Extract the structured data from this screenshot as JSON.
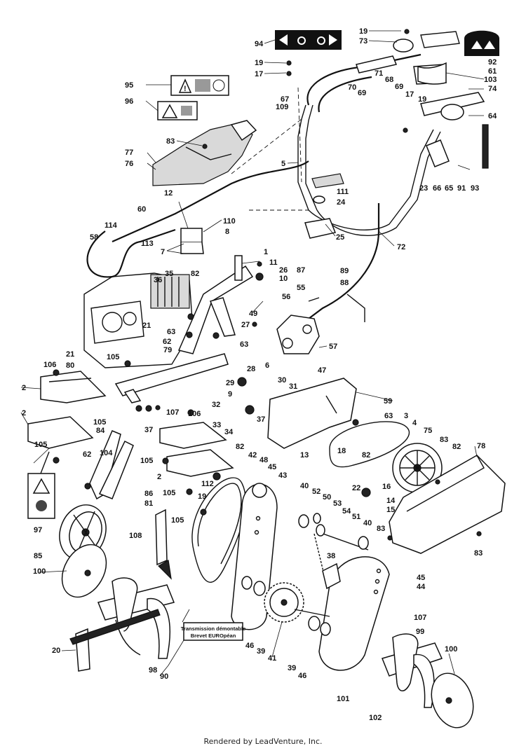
{
  "diagram": {
    "callouts": [
      {
        "id": "transmission-note",
        "lines": [
          "Transmission démontable",
          "Brevet EUROpéan"
        ]
      }
    ],
    "labels": [
      {
        "id": "p19a",
        "text": "19"
      },
      {
        "id": "p73",
        "text": "73"
      },
      {
        "id": "p92",
        "text": "92"
      },
      {
        "id": "p61",
        "text": "61"
      },
      {
        "id": "p103",
        "text": "103"
      },
      {
        "id": "p74",
        "text": "74"
      },
      {
        "id": "p94",
        "text": "94"
      },
      {
        "id": "p19b",
        "text": "19"
      },
      {
        "id": "p17a",
        "text": "17"
      },
      {
        "id": "p71",
        "text": "71"
      },
      {
        "id": "p68",
        "text": "68"
      },
      {
        "id": "p70",
        "text": "70"
      },
      {
        "id": "p69a",
        "text": "69"
      },
      {
        "id": "p69b",
        "text": "69"
      },
      {
        "id": "p17b",
        "text": "17"
      },
      {
        "id": "p19c",
        "text": "19"
      },
      {
        "id": "p64",
        "text": "64"
      },
      {
        "id": "p95",
        "text": "95"
      },
      {
        "id": "p67",
        "text": "67"
      },
      {
        "id": "p109",
        "text": "109"
      },
      {
        "id": "p96",
        "text": "96"
      },
      {
        "id": "p83a",
        "text": "83"
      },
      {
        "id": "p77",
        "text": "77"
      },
      {
        "id": "p76",
        "text": "76"
      },
      {
        "id": "p5",
        "text": "5"
      },
      {
        "id": "p23",
        "text": "23"
      },
      {
        "id": "p66",
        "text": "66"
      },
      {
        "id": "p65",
        "text": "65"
      },
      {
        "id": "p91",
        "text": "91"
      },
      {
        "id": "p93",
        "text": "93"
      },
      {
        "id": "p111",
        "text": "111"
      },
      {
        "id": "p24",
        "text": "24"
      },
      {
        "id": "p12",
        "text": "12"
      },
      {
        "id": "p60",
        "text": "60"
      },
      {
        "id": "p110",
        "text": "110"
      },
      {
        "id": "p114",
        "text": "114"
      },
      {
        "id": "p8",
        "text": "8"
      },
      {
        "id": "p58",
        "text": "58"
      },
      {
        "id": "p113",
        "text": "113"
      },
      {
        "id": "p7",
        "text": "7"
      },
      {
        "id": "p25",
        "text": "25"
      },
      {
        "id": "p72",
        "text": "72"
      },
      {
        "id": "p1",
        "text": "1"
      },
      {
        "id": "p11",
        "text": "11"
      },
      {
        "id": "p35",
        "text": "35"
      },
      {
        "id": "p82a",
        "text": "82"
      },
      {
        "id": "p26",
        "text": "26"
      },
      {
        "id": "p87",
        "text": "87"
      },
      {
        "id": "p89",
        "text": "89"
      },
      {
        "id": "p36",
        "text": "36"
      },
      {
        "id": "p10",
        "text": "10"
      },
      {
        "id": "p88",
        "text": "88"
      },
      {
        "id": "p55",
        "text": "55"
      },
      {
        "id": "p56",
        "text": "56"
      },
      {
        "id": "p49",
        "text": "49"
      },
      {
        "id": "p21a",
        "text": "21"
      },
      {
        "id": "p27",
        "text": "27"
      },
      {
        "id": "p63a",
        "text": "63"
      },
      {
        "id": "p62",
        "text": "62"
      },
      {
        "id": "p63b",
        "text": "63"
      },
      {
        "id": "p57",
        "text": "57"
      },
      {
        "id": "p79",
        "text": "79"
      },
      {
        "id": "p21b",
        "text": "21"
      },
      {
        "id": "p105a",
        "text": "105"
      },
      {
        "id": "p106a",
        "text": "106"
      },
      {
        "id": "p80",
        "text": "80"
      },
      {
        "id": "p47",
        "text": "47"
      },
      {
        "id": "p6",
        "text": "6"
      },
      {
        "id": "p28",
        "text": "28"
      },
      {
        "id": "p2a",
        "text": "2"
      },
      {
        "id": "p29",
        "text": "29"
      },
      {
        "id": "p30",
        "text": "30"
      },
      {
        "id": "p9",
        "text": "9"
      },
      {
        "id": "p31",
        "text": "31"
      },
      {
        "id": "p59",
        "text": "59"
      },
      {
        "id": "p107a",
        "text": "107"
      },
      {
        "id": "p32",
        "text": "32"
      },
      {
        "id": "p2b",
        "text": "2"
      },
      {
        "id": "p105b",
        "text": "105"
      },
      {
        "id": "p37a",
        "text": "37"
      },
      {
        "id": "p106b",
        "text": "106"
      },
      {
        "id": "p33",
        "text": "33"
      },
      {
        "id": "p37b",
        "text": "37"
      },
      {
        "id": "p34",
        "text": "34"
      },
      {
        "id": "p84",
        "text": "84"
      },
      {
        "id": "p104",
        "text": "104"
      },
      {
        "id": "p63c",
        "text": "63"
      },
      {
        "id": "p3",
        "text": "3"
      },
      {
        "id": "p4",
        "text": "4"
      },
      {
        "id": "p75",
        "text": "75"
      },
      {
        "id": "p78",
        "text": "78"
      },
      {
        "id": "p105c",
        "text": "105"
      },
      {
        "id": "p82b",
        "text": "82"
      },
      {
        "id": "p18",
        "text": "18"
      },
      {
        "id": "p13",
        "text": "13"
      },
      {
        "id": "p82c",
        "text": "82"
      },
      {
        "id": "p83b",
        "text": "83"
      },
      {
        "id": "p82d",
        "text": "82"
      },
      {
        "id": "p105d",
        "text": "105"
      },
      {
        "id": "p2c",
        "text": "2"
      },
      {
        "id": "p42",
        "text": "42"
      },
      {
        "id": "p48",
        "text": "48"
      },
      {
        "id": "p62b",
        "text": "62"
      },
      {
        "id": "p112",
        "text": "112"
      },
      {
        "id": "p45a",
        "text": "45"
      },
      {
        "id": "p43",
        "text": "43"
      },
      {
        "id": "p86",
        "text": "86"
      },
      {
        "id": "p105e",
        "text": "105"
      },
      {
        "id": "p19d",
        "text": "19"
      },
      {
        "id": "p22",
        "text": "22"
      },
      {
        "id": "p16",
        "text": "16"
      },
      {
        "id": "p81",
        "text": "81"
      },
      {
        "id": "p40a",
        "text": "40"
      },
      {
        "id": "p52",
        "text": "52"
      },
      {
        "id": "p50",
        "text": "50"
      },
      {
        "id": "p14",
        "text": "14"
      },
      {
        "id": "p15",
        "text": "15"
      },
      {
        "id": "p97",
        "text": "97"
      },
      {
        "id": "p105f",
        "text": "105"
      },
      {
        "id": "p53",
        "text": "53"
      },
      {
        "id": "p54",
        "text": "54"
      },
      {
        "id": "p51",
        "text": "51"
      },
      {
        "id": "p108",
        "text": "108"
      },
      {
        "id": "p83c",
        "text": "83"
      },
      {
        "id": "p40b",
        "text": "40"
      },
      {
        "id": "p85",
        "text": "85"
      },
      {
        "id": "p38",
        "text": "38"
      },
      {
        "id": "p83d",
        "text": "83"
      },
      {
        "id": "p100a",
        "text": "100"
      },
      {
        "id": "p45b",
        "text": "45"
      },
      {
        "id": "p44",
        "text": "44"
      },
      {
        "id": "p107b",
        "text": "107"
      },
      {
        "id": "p99",
        "text": "99"
      },
      {
        "id": "p20",
        "text": "20"
      },
      {
        "id": "p46a",
        "text": "46"
      },
      {
        "id": "p39a",
        "text": "39"
      },
      {
        "id": "p41",
        "text": "41"
      },
      {
        "id": "p100b",
        "text": "100"
      },
      {
        "id": "p98",
        "text": "98"
      },
      {
        "id": "p90",
        "text": "90"
      },
      {
        "id": "p39b",
        "text": "39"
      },
      {
        "id": "p46b",
        "text": "46"
      },
      {
        "id": "p101",
        "text": "101"
      },
      {
        "id": "p102",
        "text": "102"
      }
    ]
  },
  "footer": {
    "text": "Rendered by LeadVenture, Inc."
  },
  "icons": [
    "warning-triangle-icon",
    "arrow-left-icon",
    "arrow-right-icon",
    "gear-icon",
    "safety-decal-icon"
  ]
}
